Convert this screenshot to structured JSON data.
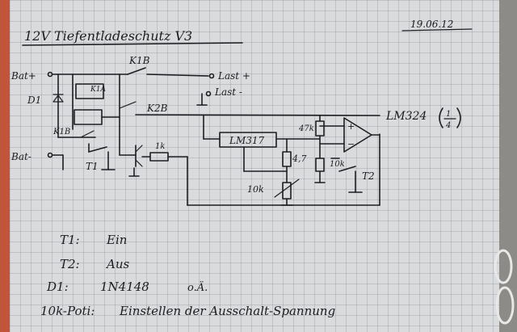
{
  "date": "19.06.12",
  "title": "12V Tiefentladeschutz V3",
  "terminals": {
    "bat_plus": "Bat+",
    "bat_minus": "Bat-",
    "last_plus": "Last +",
    "last_minus": "Last -"
  },
  "components": {
    "d1": "D1",
    "k1a": "K1A",
    "k1b_top": "K1B",
    "k1b_left": "K1B",
    "k2b": "K2B",
    "t1": "T1",
    "t2": "T2",
    "r_1k": "1k",
    "ic_reg": "LM317",
    "r_47k": "47k",
    "r_4k7": "4,7",
    "r_10k": "10k",
    "pot_10k": "10k",
    "opamp": "LM324",
    "opamp_fraction_num": "1",
    "opamp_fraction_den": "4",
    "opamp_plus": "+",
    "opamp_minus": "−"
  },
  "notes": [
    {
      "label": "T1:",
      "text": "Ein"
    },
    {
      "label": "T2:",
      "text": "Aus"
    },
    {
      "label": "D1:",
      "text": "1N4148",
      "extra": "o.Ä."
    },
    {
      "label": "10k-Poti:",
      "text": "Einstellen der Ausschalt-Spannung"
    }
  ]
}
